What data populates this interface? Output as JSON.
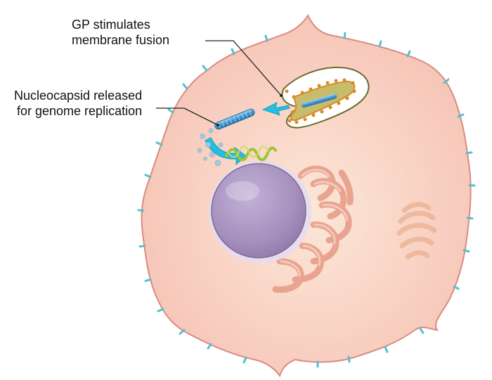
{
  "labels": {
    "gp_line1": "GP stimulates",
    "gp_line2": "membrane fusion",
    "nucleocapsid_line1": "Nucleocapsid released",
    "nucleocapsid_line2": "for genome replication"
  },
  "colors": {
    "cell_fill": "#f7c9bd",
    "cell_outline": "#d98b82",
    "cell_highlight": "#fbe6d6",
    "receptors": "#52c3cf",
    "nucleus": "#a58fbd",
    "nucleus_rim": "#d6cbe3",
    "er_golgi": "#e79a86",
    "endosome_outline": "#6b6a2c",
    "endosome_glycoprotein": "#d98a26",
    "nucleocapsid": "#4aa3d6",
    "arrow": "#22bfe0",
    "rna": "#9cc43a",
    "particles": "#a9c8de"
  },
  "icons": {
    "arrow_release": "arrow-left-icon",
    "arrow_uncoat": "curved-arrow-icon"
  }
}
